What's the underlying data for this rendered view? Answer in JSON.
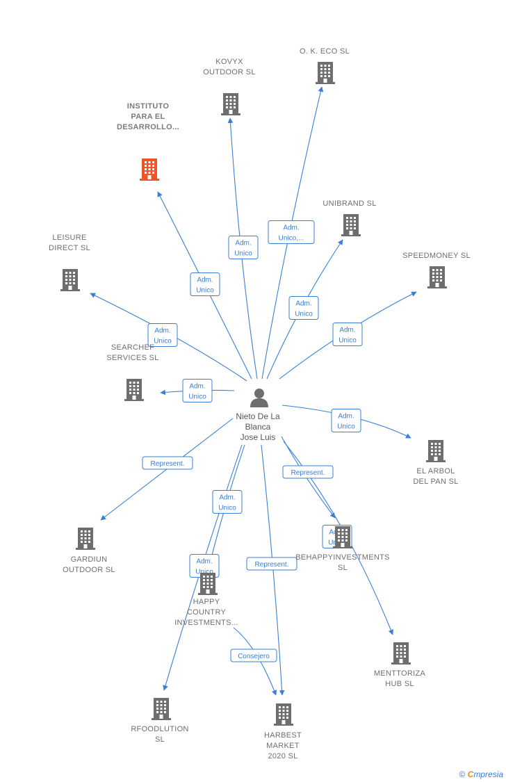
{
  "center": {
    "label_lines": [
      "Nieto De La",
      "Blanca",
      "Jose Luis"
    ],
    "icon": "person-icon"
  },
  "companies": [
    {
      "id": "ok-eco",
      "lines": [
        "O.  K. ECO SL"
      ]
    },
    {
      "id": "kovyx",
      "lines": [
        "KOVYX",
        "OUTDOOR  SL"
      ]
    },
    {
      "id": "instituto",
      "lines": [
        "INSTITUTO",
        "PARA EL",
        "DESARROLLO..."
      ],
      "highlight": true
    },
    {
      "id": "unibrand",
      "lines": [
        "UNIBRAND SL"
      ]
    },
    {
      "id": "leisure",
      "lines": [
        "LEISURE",
        "DIRECT SL"
      ]
    },
    {
      "id": "speedmoney",
      "lines": [
        "SPEEDMONEY SL"
      ]
    },
    {
      "id": "searchef",
      "lines": [
        "SEARCHEF",
        "SERVICES  SL"
      ]
    },
    {
      "id": "el-arbol",
      "lines": [
        "EL ARBOL",
        "DEL PAN  SL"
      ]
    },
    {
      "id": "gardiun",
      "lines": [
        "GARDIUN",
        "OUTDOOR  SL"
      ]
    },
    {
      "id": "behappy",
      "lines": [
        "BEHAPPYINVESTMENTS",
        "SL"
      ]
    },
    {
      "id": "happy-country",
      "lines": [
        "HAPPY",
        "COUNTRY",
        "INVESTMENTS..."
      ]
    },
    {
      "id": "menttoriza",
      "lines": [
        "MENTTORIZA",
        "HUB  SL"
      ]
    },
    {
      "id": "rfoodlution",
      "lines": [
        "RFOODLUTION",
        "SL"
      ]
    },
    {
      "id": "harbest",
      "lines": [
        "HARBEST",
        "MARKET",
        "2020  SL"
      ]
    }
  ],
  "relations": [
    {
      "target": "ok-eco",
      "lines": [
        "Adm.",
        "Unico,..."
      ]
    },
    {
      "target": "kovyx",
      "lines": [
        "Adm.",
        "Unico"
      ]
    },
    {
      "target": "instituto",
      "lines": [
        "Adm.",
        "Unico"
      ]
    },
    {
      "target": "unibrand",
      "lines": [
        "Adm.",
        "Unico"
      ]
    },
    {
      "target": "leisure",
      "lines": [
        "Adm.",
        "Unico"
      ]
    },
    {
      "target": "speedmoney",
      "lines": [
        "Adm.",
        "Unico"
      ]
    },
    {
      "target": "searchef",
      "lines": [
        "Adm.",
        "Unico"
      ]
    },
    {
      "target": "el-arbol",
      "lines": [
        "Adm.",
        "Unico"
      ]
    },
    {
      "target": "gardiun",
      "lines": [
        "Represent."
      ]
    },
    {
      "target": "behappy",
      "lines": [
        "Represent."
      ]
    },
    {
      "target": "menttoriza",
      "lines": [
        "Adm.",
        "Unico"
      ]
    },
    {
      "target": "happy-country",
      "lines": [
        "Adm.",
        "Unico"
      ]
    },
    {
      "target": "rfoodlution",
      "lines": [
        "Adm.",
        "Unico"
      ]
    },
    {
      "target": "harbest",
      "lines": [
        "Represent."
      ]
    },
    {
      "target": "harbest-from-happy",
      "lines": [
        "Consejero"
      ]
    }
  ],
  "colors": {
    "edge": "#3a7fd6",
    "building": "#6e6e6e",
    "highlight": "#f0552a"
  },
  "footer": {
    "copyright": "©",
    "brand_initial": "C",
    "brand_rest": "mpresia"
  }
}
